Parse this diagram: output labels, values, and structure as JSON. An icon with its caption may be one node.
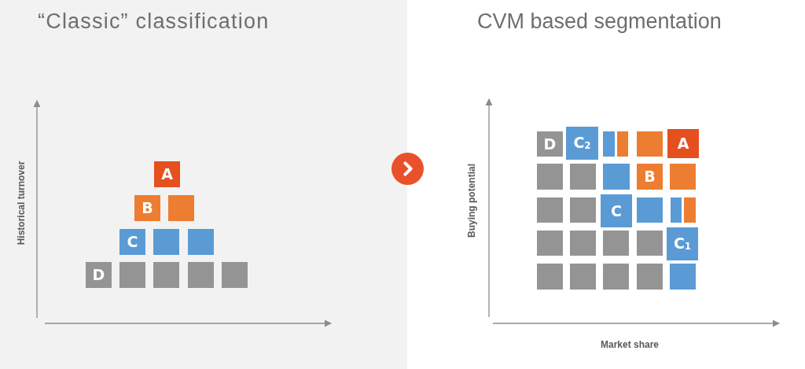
{
  "diagram": {
    "nodes": [
      {
        "text": [
          "A"
        ]
      },
      {
        "text": [
          "B"
        ]
      },
      {
        "text": [],
        "shape": "box"
      },
      {
        "text": [
          "C"
        ]
      },
      {
        "text": [],
        "shape": "box"
      },
      {
        "text": [],
        "shape": "box"
      },
      {
        "text": [
          "D"
        ]
      },
      {
        "text": [],
        "shape": "box"
      },
      {
        "text": [],
        "shape": "box"
      },
      {
        "text": [],
        "shape": "box"
      },
      {
        "text": [],
        "shape": "box"
      },
      {
        "text": [
          "D"
        ]
      },
      {
        "text": [
          "C$_{2}$"
        ]
      },
      {
        "text": [],
        "shape": "box"
      },
      {
        "text": [],
        "shape": "box"
      },
      {
        "text": [],
        "shape": "box"
      },
      {
        "text": [
          "A"
        ]
      },
      {
        "text": [],
        "shape": "box"
      },
      {
        "text": [],
        "shape": "box"
      },
      {
        "text": [],
        "shape": "box"
      },
      {
        "text": [
          "B"
        ]
      },
      {
        "text": [],
        "shape": "box"
      },
      {
        "text": [],
        "shape": "box"
      },
      {
        "text": [],
        "shape": "box"
      },
      {
        "text": [
          "C"
        ]
      },
      {
        "text": [],
        "shape": "box"
      },
      {
        "text": [],
        "shape": "box"
      },
      {
        "text": [],
        "shape": "box"
      },
      {
        "text": [],
        "shape": "box"
      },
      {
        "text": [],
        "shape": "box"
      },
      {
        "text": [],
        "shape": "box"
      },
      {
        "text": [],
        "shape": "box"
      },
      {
        "text": [
          "C$_{1}$"
        ]
      },
      {
        "text": [],
        "shape": "box"
      },
      {
        "text": [],
        "shape": "box"
      },
      {
        "text": [],
        "shape": "box"
      },
      {
        "text": [],
        "shape": "box"
      },
      {
        "text": [],
        "shape": "box"
      }
    ],
    "labels": [
      "“Classic” classification",
      "CVM based segmentation",
      "Historical turnover",
      "Buying potential",
      "Market share"
    ]
  }
}
